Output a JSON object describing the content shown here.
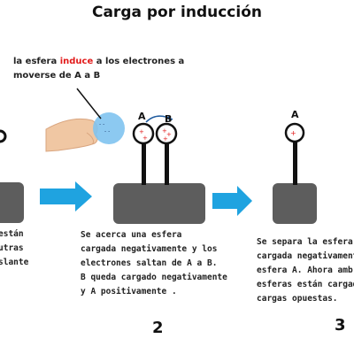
{
  "title": "Carga por inducción",
  "callout": {
    "pre": "la esfera ",
    "highlight": "induce",
    "post": " a los electrones a",
    "line2": "moverse de A a B"
  },
  "sphere_labels": {
    "a1": "A",
    "b1": "B",
    "a2": "A"
  },
  "captions": {
    "left": [
      "están",
      "utras",
      "slante"
    ],
    "middle": [
      "Se acerca una esfera",
      "cargada negativamente y los",
      "electrones saltan de A a B.",
      "B queda cargado negativamente",
      "y A positivamente ."
    ],
    "right": [
      "Se separa la esfera",
      "cargada negativamente",
      "esfera A. Ahora amb",
      "esferas están cargad",
      "cargas opuestas."
    ]
  },
  "step_numbers": {
    "two": "2",
    "three": "3"
  },
  "colors": {
    "base": "#5d5d5d",
    "arrow": "#1fa3e0",
    "sphere_glow": "#7fc3f0",
    "highlight": "#e21b1b"
  }
}
